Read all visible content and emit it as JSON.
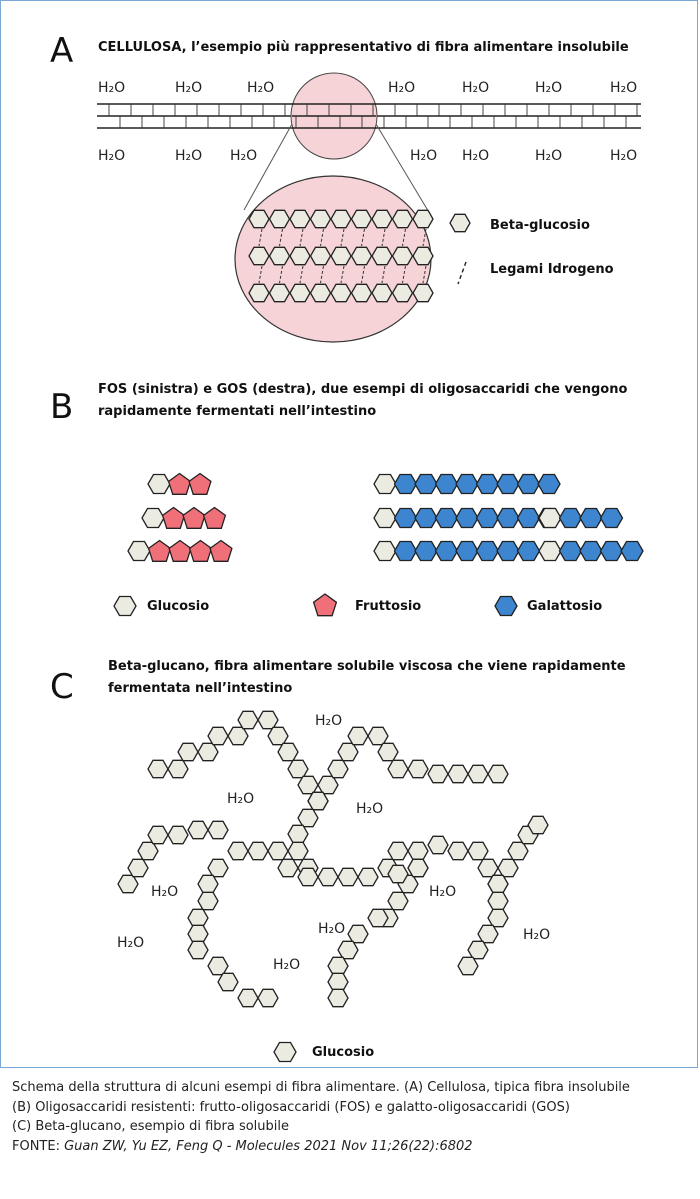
{
  "panels": {
    "a": {
      "letter": "A",
      "title": "CELLULOSA, l’esempio più rappresentativo di fibra alimentare insolubile",
      "h2o_label": "H₂O",
      "legend": {
        "beta_glucose": "Beta-glucosio",
        "hydrogen_bonds": "Legami Idrogeno"
      }
    },
    "b": {
      "letter": "B",
      "title_line1": "FOS (sinistra) e GOS (destra), due esempi di oligosaccaridi che vengono",
      "title_line2": "rapidamente fermentati nell’intestino",
      "legend": {
        "glucose": "Glucosio",
        "fructose": "Fruttosio",
        "galactose": "Galattosio"
      }
    },
    "c": {
      "letter": "C",
      "title_line1": "Beta-glucano, fibra alimentare solubile viscosa che viene rapidamente",
      "title_line2": "fermentata nell’intestino",
      "h2o_label": "H₂O",
      "legend": {
        "glucose": "Glucosio"
      }
    }
  },
  "caption": {
    "line1": "Schema della struttura di alcuni esempi di fibra alimentare. (A) Cellulosa, tipica fibra insolubile",
    "line2": "(B) Oligosaccaridi resistenti: frutto-oligosaccaridi (FOS) e galatto-oligosaccaridi (GOS)",
    "line3": "(C) Beta-glucano, esempio di fibra solubile",
    "source_prefix": "FONTE: ",
    "source": "Guan ZW, Yu EZ, Feng Q  - Molecules 2021 Nov 11;26(22):6802"
  },
  "colors": {
    "glucose_fill": "#ecebe1",
    "fructose_fill": "#f0707a",
    "galactose_fill": "#3d86cf",
    "zoom_fill": "#f6d3d6",
    "frame_border": "#7aa7d6"
  }
}
